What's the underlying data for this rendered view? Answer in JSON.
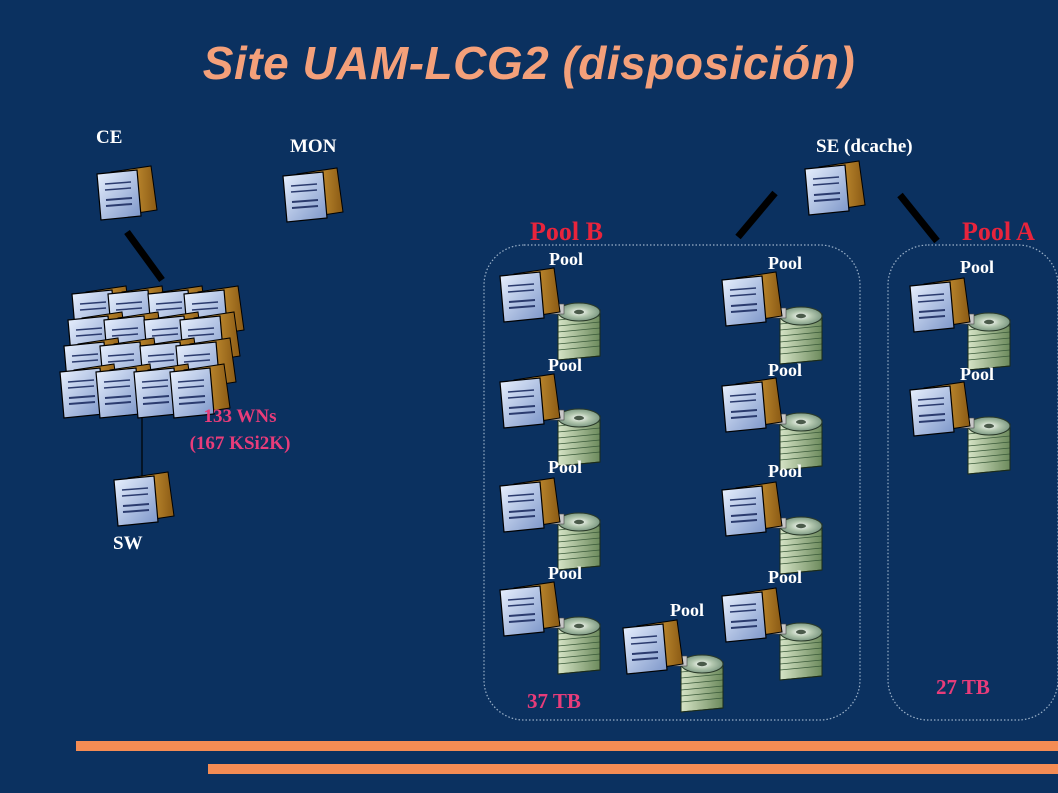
{
  "title": "Site UAM-LCG2 (disposición)",
  "nodes": {
    "ce": "CE",
    "mon": "MON",
    "se": "SE (dcache)",
    "sw": "SW",
    "wn_count": "133 WNs",
    "wn_power": "(167 KSi2K)"
  },
  "pool_groups": {
    "pool_b": {
      "label": "Pool B",
      "capacity": "37 TB"
    },
    "pool_a": {
      "label": "Pool A",
      "capacity": "27 TB"
    }
  },
  "pool_label": "Pool",
  "colors": {
    "background": "#0b3160",
    "title": "#f4a07a",
    "group_label": "#e8243c",
    "capacity_label": "#e83c7a",
    "accent_bar": "#f48c54"
  },
  "icons": [
    "server-icon",
    "disk-stack-icon"
  ]
}
